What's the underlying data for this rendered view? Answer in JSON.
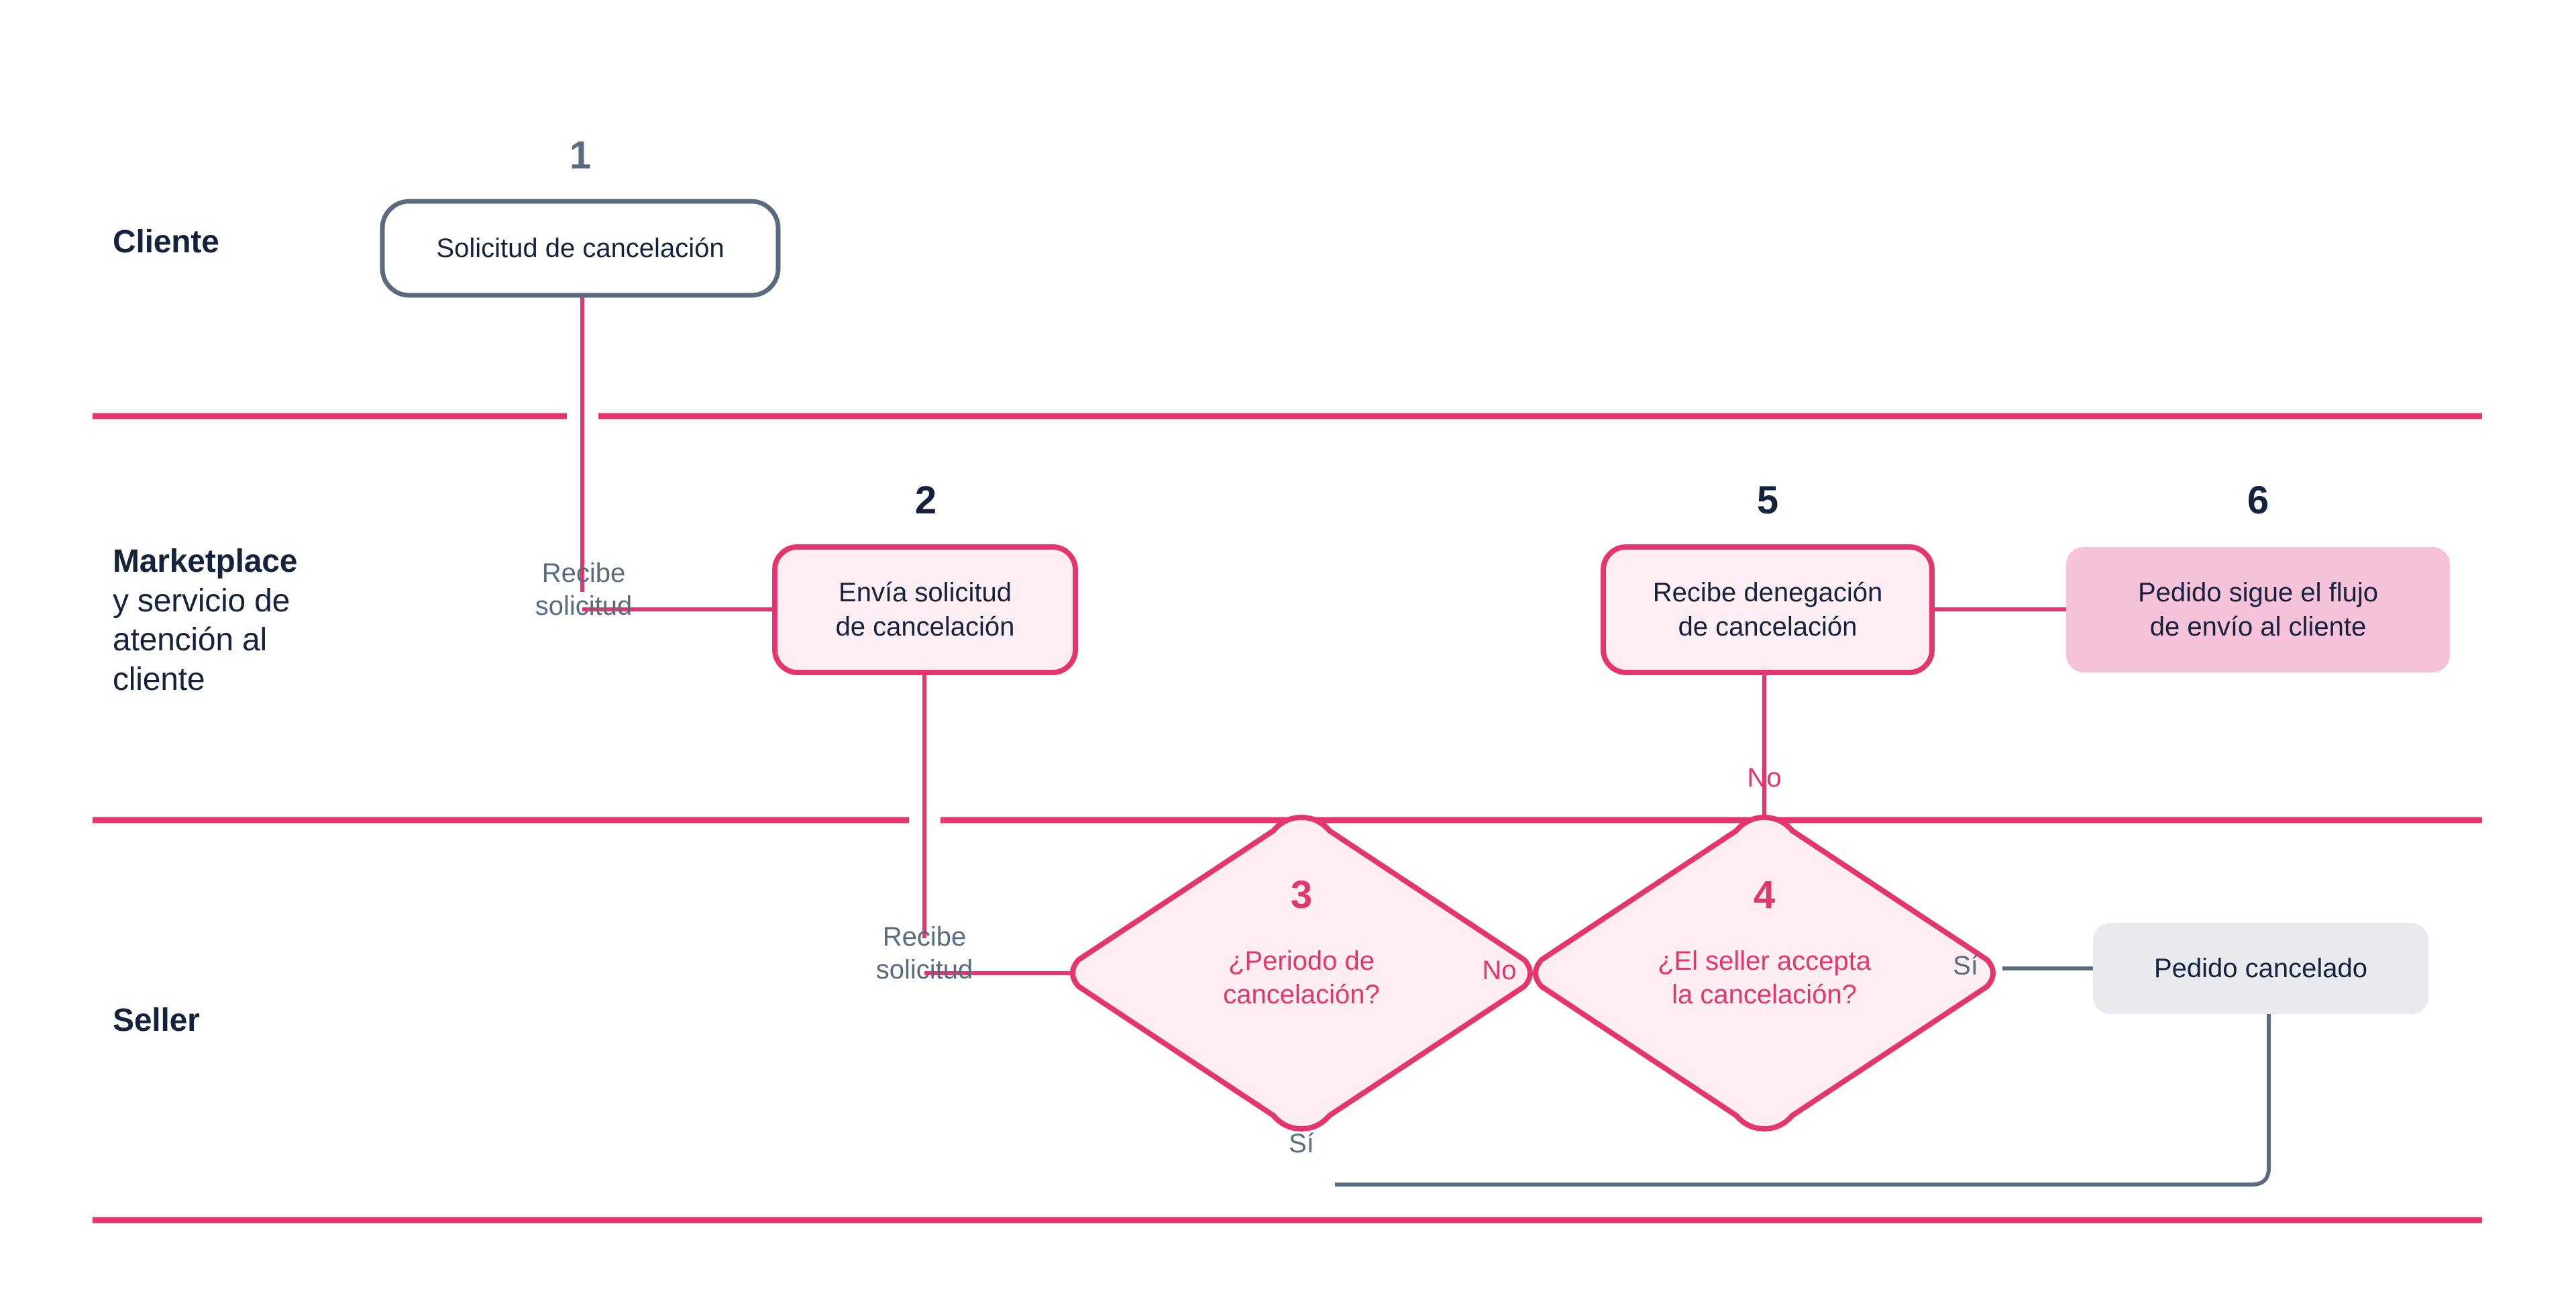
{
  "diagram": {
    "title_colors": {
      "accent": "#e5356e",
      "accent_soft_fill": "#fdeef4",
      "solid_pink_fill": "#f5c2d9",
      "slate": "#5a6b7d",
      "ink": "#16213c",
      "gray_fill": "#e8eaee",
      "background": "#ffffff"
    },
    "lanes": [
      {
        "id": "cliente",
        "label": "Cliente",
        "sublabel": ""
      },
      {
        "id": "marketplace",
        "label": "Marketplace",
        "sublabel": "y servicio de\natención al\ncliente"
      },
      {
        "id": "seller",
        "label": "Seller",
        "sublabel": ""
      }
    ],
    "nodes": [
      {
        "id": "n1",
        "number": "1",
        "text_line1": "Solicitud de cancelación",
        "text_line2": "",
        "shape": "rounded-rect",
        "style": "outline-slate",
        "lane": "cliente"
      },
      {
        "id": "n2",
        "number": "2",
        "text_line1": "Envía solicitud",
        "text_line2": "de cancelación",
        "shape": "rounded-rect",
        "style": "outline-crimson",
        "lane": "marketplace"
      },
      {
        "id": "n5",
        "number": "5",
        "text_line1": "Recibe denegación",
        "text_line2": "de cancelación",
        "shape": "rounded-rect",
        "style": "outline-crimson",
        "lane": "marketplace"
      },
      {
        "id": "n6",
        "number": "6",
        "text_line1": "Pedido sigue el flujo",
        "text_line2": "de envío al cliente",
        "shape": "rounded-rect",
        "style": "solid-pink",
        "lane": "marketplace"
      },
      {
        "id": "n3",
        "number": "3",
        "text_line1": "¿Periodo de",
        "text_line2": "cancelación?",
        "shape": "diamond",
        "style": "decision",
        "lane": "seller"
      },
      {
        "id": "n4",
        "number": "4",
        "text_line1": "¿El seller accepta",
        "text_line2": "la cancelación?",
        "shape": "diamond",
        "style": "decision",
        "lane": "seller"
      },
      {
        "id": "nend",
        "number": "",
        "text_line1": "Pedido cancelado",
        "text_line2": "",
        "shape": "rounded-rect",
        "style": "solid-gray",
        "lane": "seller"
      }
    ],
    "edge_labels": [
      {
        "id": "e_recibe_mkt",
        "line1": "Recibe",
        "line2": "solicitud",
        "color": "slate"
      },
      {
        "id": "e_recibe_seller",
        "line1": "Recibe",
        "line2": "solicitud",
        "color": "slate"
      },
      {
        "id": "e_no_3_4",
        "line1": "No",
        "line2": "",
        "color": "crimson"
      },
      {
        "id": "e_no_4_5",
        "line1": "No",
        "line2": "",
        "color": "crimson"
      },
      {
        "id": "e_si_4_end",
        "line1": "Sí",
        "line2": "",
        "color": "slate"
      },
      {
        "id": "e_si_3_end",
        "line1": "Sí",
        "line2": "",
        "color": "slate"
      }
    ]
  }
}
